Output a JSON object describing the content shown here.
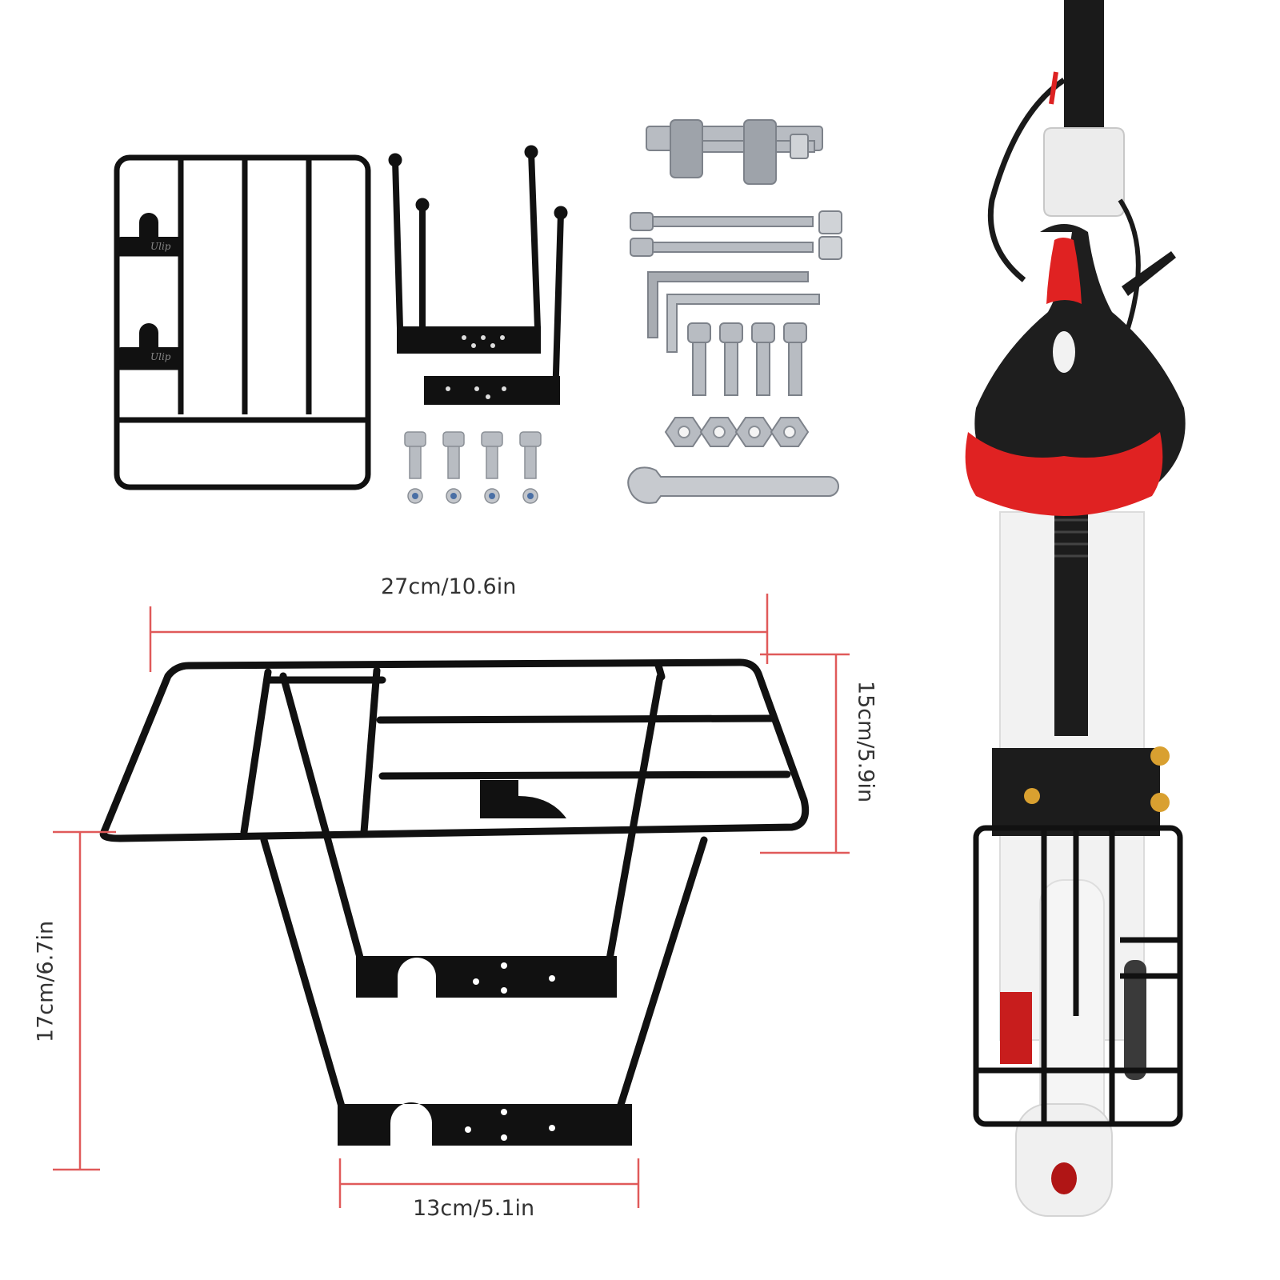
{
  "product": {
    "brand_marks": [
      "Ulip",
      "Ulip"
    ]
  },
  "dimensions": {
    "width": "27cm/10.6in",
    "depth": "15cm/5.9in",
    "height": "17cm/6.7in",
    "bottom_width": "13cm/5.1in"
  },
  "colors": {
    "rack": "#111111",
    "dimension_line": "#e05a5a",
    "metal": "#b8bcc2",
    "scooter_white": "#f2f2f2",
    "seat_red": "#e02222",
    "seat_black": "#1e1e1e"
  }
}
